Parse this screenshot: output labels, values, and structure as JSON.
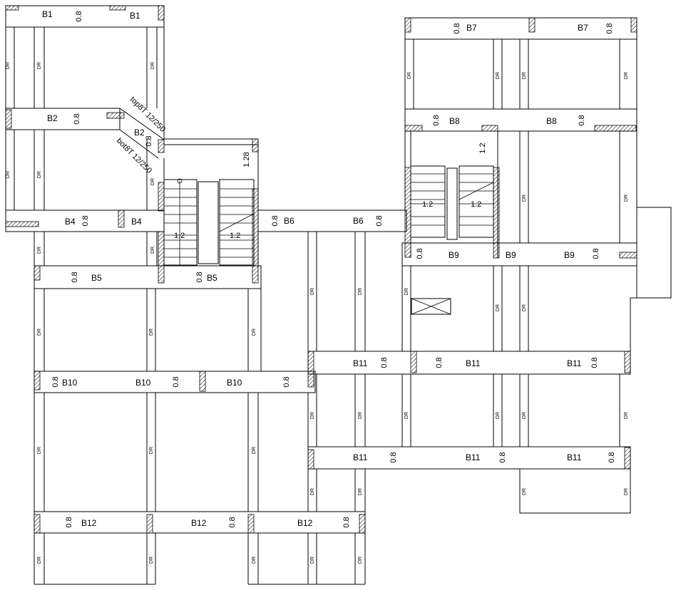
{
  "labels": {
    "B1": "B1",
    "B2": "B2",
    "B4": "B4",
    "B5": "B5",
    "B6": "B6",
    "B7": "B7",
    "B8": "B8",
    "B9": "B9",
    "B10": "B10",
    "B11": "B11",
    "B12": "B12"
  },
  "dims": {
    "d08": "0.8",
    "d12": "1.2",
    "d128": "1.28",
    "d12b": "1.2"
  },
  "drop_label": "DR",
  "notes": {
    "top": "top8T 12/250",
    "bot": "bot8T 12/250"
  }
}
